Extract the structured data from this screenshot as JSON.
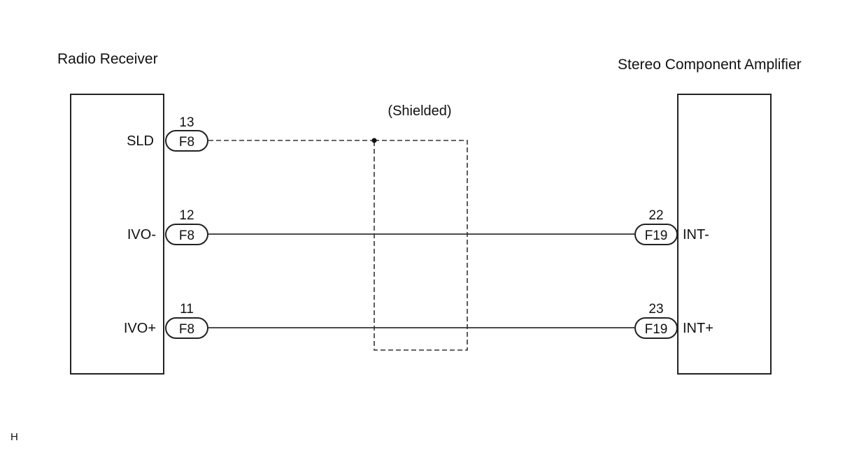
{
  "left_component": {
    "title": "Radio Receiver",
    "pins": [
      {
        "signal": "SLD",
        "pin_number": "13",
        "connector": "F8"
      },
      {
        "signal": "IVO-",
        "pin_number": "12",
        "connector": "F8"
      },
      {
        "signal": "IVO+",
        "pin_number": "11",
        "connector": "F8"
      }
    ]
  },
  "right_component": {
    "title": "Stereo Component Amplifier",
    "pins": [
      {
        "signal": "INT-",
        "pin_number": "22",
        "connector": "F19"
      },
      {
        "signal": "INT+",
        "pin_number": "23",
        "connector": "F19"
      }
    ]
  },
  "shield": {
    "label": "(Shielded)"
  },
  "footer": {
    "code": "H"
  },
  "colors": {
    "line": "#222222",
    "background": "#ffffff"
  }
}
